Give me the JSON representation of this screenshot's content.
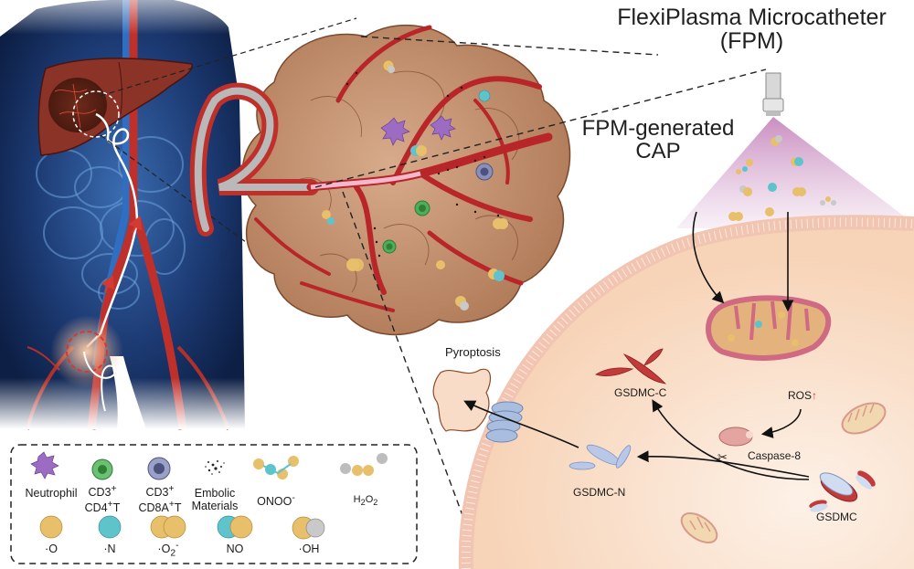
{
  "figure": {
    "title_line1": "FlexiPlasma Microcatheter",
    "title_line2": "(FPM)",
    "cap_line1": "FPM-generated",
    "cap_line2": "CAP"
  },
  "panels": {
    "body": "human torso with liver tumor and femoral catheter access",
    "tumor": "tumor tissue with vasculature, immune cells and embolic materials",
    "cell": "tumor cell with mitochondrion and pyroptosis pathway"
  },
  "pathway": {
    "pyroptosis": "Pyroptosis",
    "gsdmc_c": "GSDMC-C",
    "gsdmc_n": "GSDMC-N",
    "gsdmc": "GSDMC",
    "ros": "ROS",
    "ros_arrow": "↑",
    "caspase": "Caspase-8",
    "scissors": "✂"
  },
  "legend": {
    "row1": [
      {
        "label": "Neutrophil",
        "icon": "neutrophil-icon"
      },
      {
        "label_main": "CD3",
        "label_sup": "+",
        "label_line2": "CD4",
        "label_line2_sup": "+",
        "label_line2_end": "T",
        "icon": "cd4-t-cell-icon"
      },
      {
        "label_main": "CD3",
        "label_sup": "+",
        "label_line2": "CD8A",
        "label_line2_sup": "+",
        "label_line2_end": "T",
        "icon": "cd8-t-cell-icon"
      },
      {
        "label": "Embolic",
        "label_line2": "Materials",
        "icon": "embolic-materials-icon"
      },
      {
        "label_main": "ONOO",
        "label_sup": "-",
        "icon": "peroxynitrite-icon"
      },
      {
        "label_main": "H",
        "sub1": "2",
        "label_mid": "O",
        "sub2": "2",
        "icon": "hydrogen-peroxide-icon"
      }
    ],
    "row2": [
      {
        "label": "·O",
        "icon": "oxygen-radical-icon"
      },
      {
        "label": "·N",
        "icon": "nitrogen-radical-icon"
      },
      {
        "label_main": "·O",
        "sub": "2",
        "sup": "-",
        "icon": "superoxide-icon"
      },
      {
        "label": "NO",
        "icon": "nitric-oxide-icon"
      },
      {
        "label": "·OH",
        "icon": "hydroxyl-radical-icon"
      }
    ]
  },
  "colors": {
    "vessel_red": "#b8262a",
    "tumor_tan": "#c99a78",
    "cap_pink": "#c98ac0",
    "cytoplasm": "#fbe3d0",
    "oxygen_yellow": "#e8bf6a",
    "nitrogen_cyan": "#5fc3cc",
    "hydrogen_gray": "#bdbdbd",
    "body_blue": "#1d3f78"
  }
}
